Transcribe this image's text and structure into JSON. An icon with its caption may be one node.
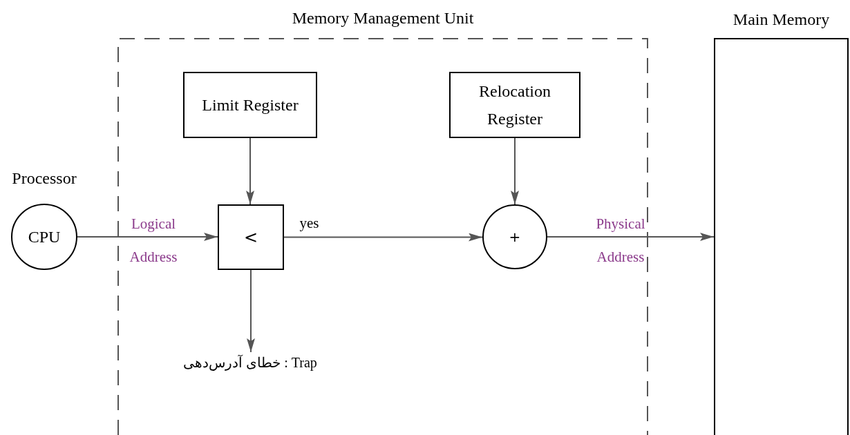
{
  "diagram": {
    "nodes": [
      {
        "text": [
          "Memory Management Unit"
        ]
      },
      {
        "text": [
          "Limit Register"
        ],
        "in": 0
      },
      {
        "text": [
          "Relocation Register"
        ],
        "in": 0
      },
      {
        "text": [
          "<"
        ],
        "in": 0
      },
      {
        "text": [
          "+"
        ],
        "in": 0
      },
      {
        "text": [
          "Processor",
          "CPU"
        ]
      },
      {
        "text": [
          "Main Memory"
        ]
      },
      {
        "text": [
          "Trap : خطای آدرس‌دهی"
        ],
        "in": 0
      }
    ],
    "edges": [
      {
        "from": 5,
        "to": 3,
        "arrow": "to",
        "label": "Logical Address"
      },
      {
        "from": 1,
        "to": 3,
        "arrow": "to"
      },
      {
        "from": 3,
        "to": 4,
        "arrow": "to",
        "label": "yes"
      },
      {
        "from": 2,
        "to": 4,
        "arrow": "to"
      },
      {
        "from": 4,
        "to": 6,
        "arrow": "to",
        "label": "Physical Address"
      },
      {
        "from": 3,
        "to": 7,
        "arrow": "to"
      }
    ]
  }
}
